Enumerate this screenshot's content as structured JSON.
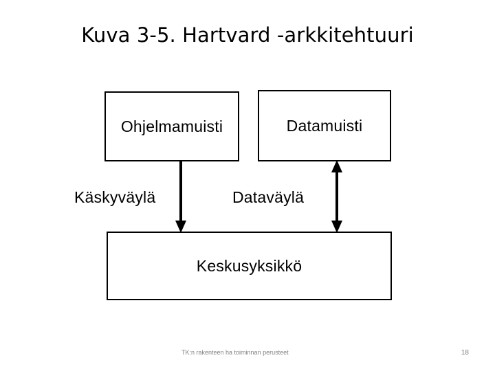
{
  "slide": {
    "title": "Kuva 3-5. Hartvard -arkkitehtuuri",
    "background_color": "#ffffff",
    "ink_color": "#000000"
  },
  "diagram": {
    "type": "block-diagram",
    "nodes": [
      {
        "id": "program-memory",
        "label": "Ohjelmamuisti"
      },
      {
        "id": "data-memory",
        "label": "Datamuisti"
      },
      {
        "id": "cpu",
        "label": "Keskusyksikkö"
      }
    ],
    "buses": [
      {
        "id": "instruction-bus",
        "label": "Käskyväylä",
        "from": "program-memory",
        "to": "cpu",
        "direction": "down"
      },
      {
        "id": "data-bus",
        "label": "Dataväylä",
        "from": "data-memory",
        "to": "cpu",
        "direction": "bidirectional"
      }
    ]
  },
  "footer": {
    "text": "TK:n rakenteen ha toiminnan perusteet",
    "page_number": "18",
    "color": "#808080"
  }
}
